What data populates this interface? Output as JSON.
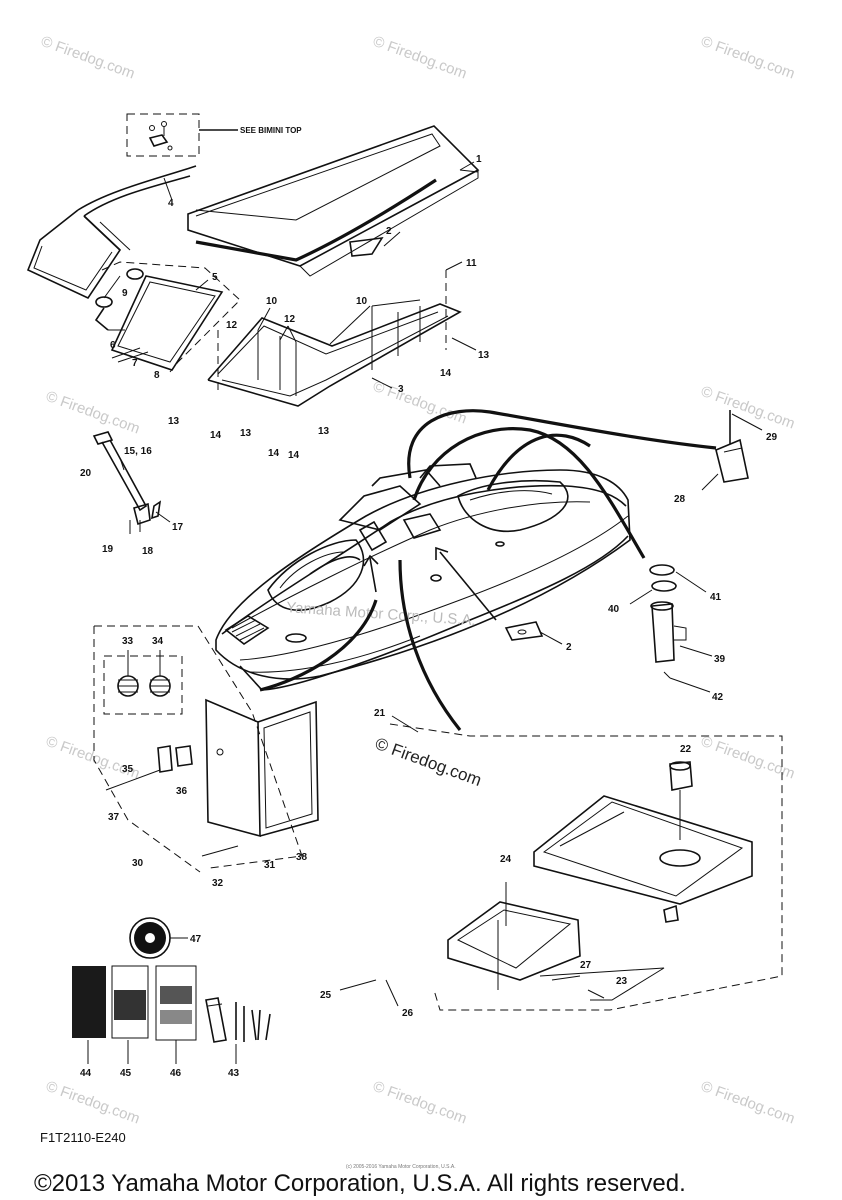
{
  "watermark": "© Firedog.com",
  "watermark_center": "© Firedog.com",
  "ghost_text": "Yamaha Motor Corp., U.S.A.",
  "note_see_bimini": "SEE BIMINI TOP",
  "figure_code": "F1T2110-E240",
  "copyright": "©2013 Yamaha Motor Corporation, U.S.A. All rights reserved.",
  "tiny_copyright": "(c) 2005-2016 Yamaha Motor Corporation, U.S.A.",
  "callouts": {
    "c1": "1",
    "c2a": "2",
    "c2b": "2",
    "c3": "3",
    "c4": "4",
    "c5": "5",
    "c6": "6",
    "c7": "7",
    "c8": "8",
    "c9": "9",
    "c10a": "10",
    "c10b": "10",
    "c11": "11",
    "c12a": "12",
    "c12b": "12",
    "c13a": "13",
    "c13b": "13",
    "c13c": "13",
    "c13d": "13",
    "c14a": "14",
    "c14b": "14",
    "c14c": "14",
    "c14d": "14",
    "c15": "15, 16",
    "c17": "17",
    "c18": "18",
    "c19": "19",
    "c20": "20",
    "c21": "21",
    "c22": "22",
    "c23": "23",
    "c24": "24",
    "c25": "25",
    "c26": "26",
    "c27": "27",
    "c28": "28",
    "c29": "29",
    "c30": "30",
    "c31": "31",
    "c32": "32",
    "c33": "33",
    "c34": "34",
    "c35": "35",
    "c36": "36",
    "c37": "37",
    "c38": "38",
    "c39": "39",
    "c40": "40",
    "c41": "41",
    "c42": "42",
    "c43": "43",
    "c44": "44",
    "c45": "45",
    "c46": "46",
    "c47": "47"
  }
}
